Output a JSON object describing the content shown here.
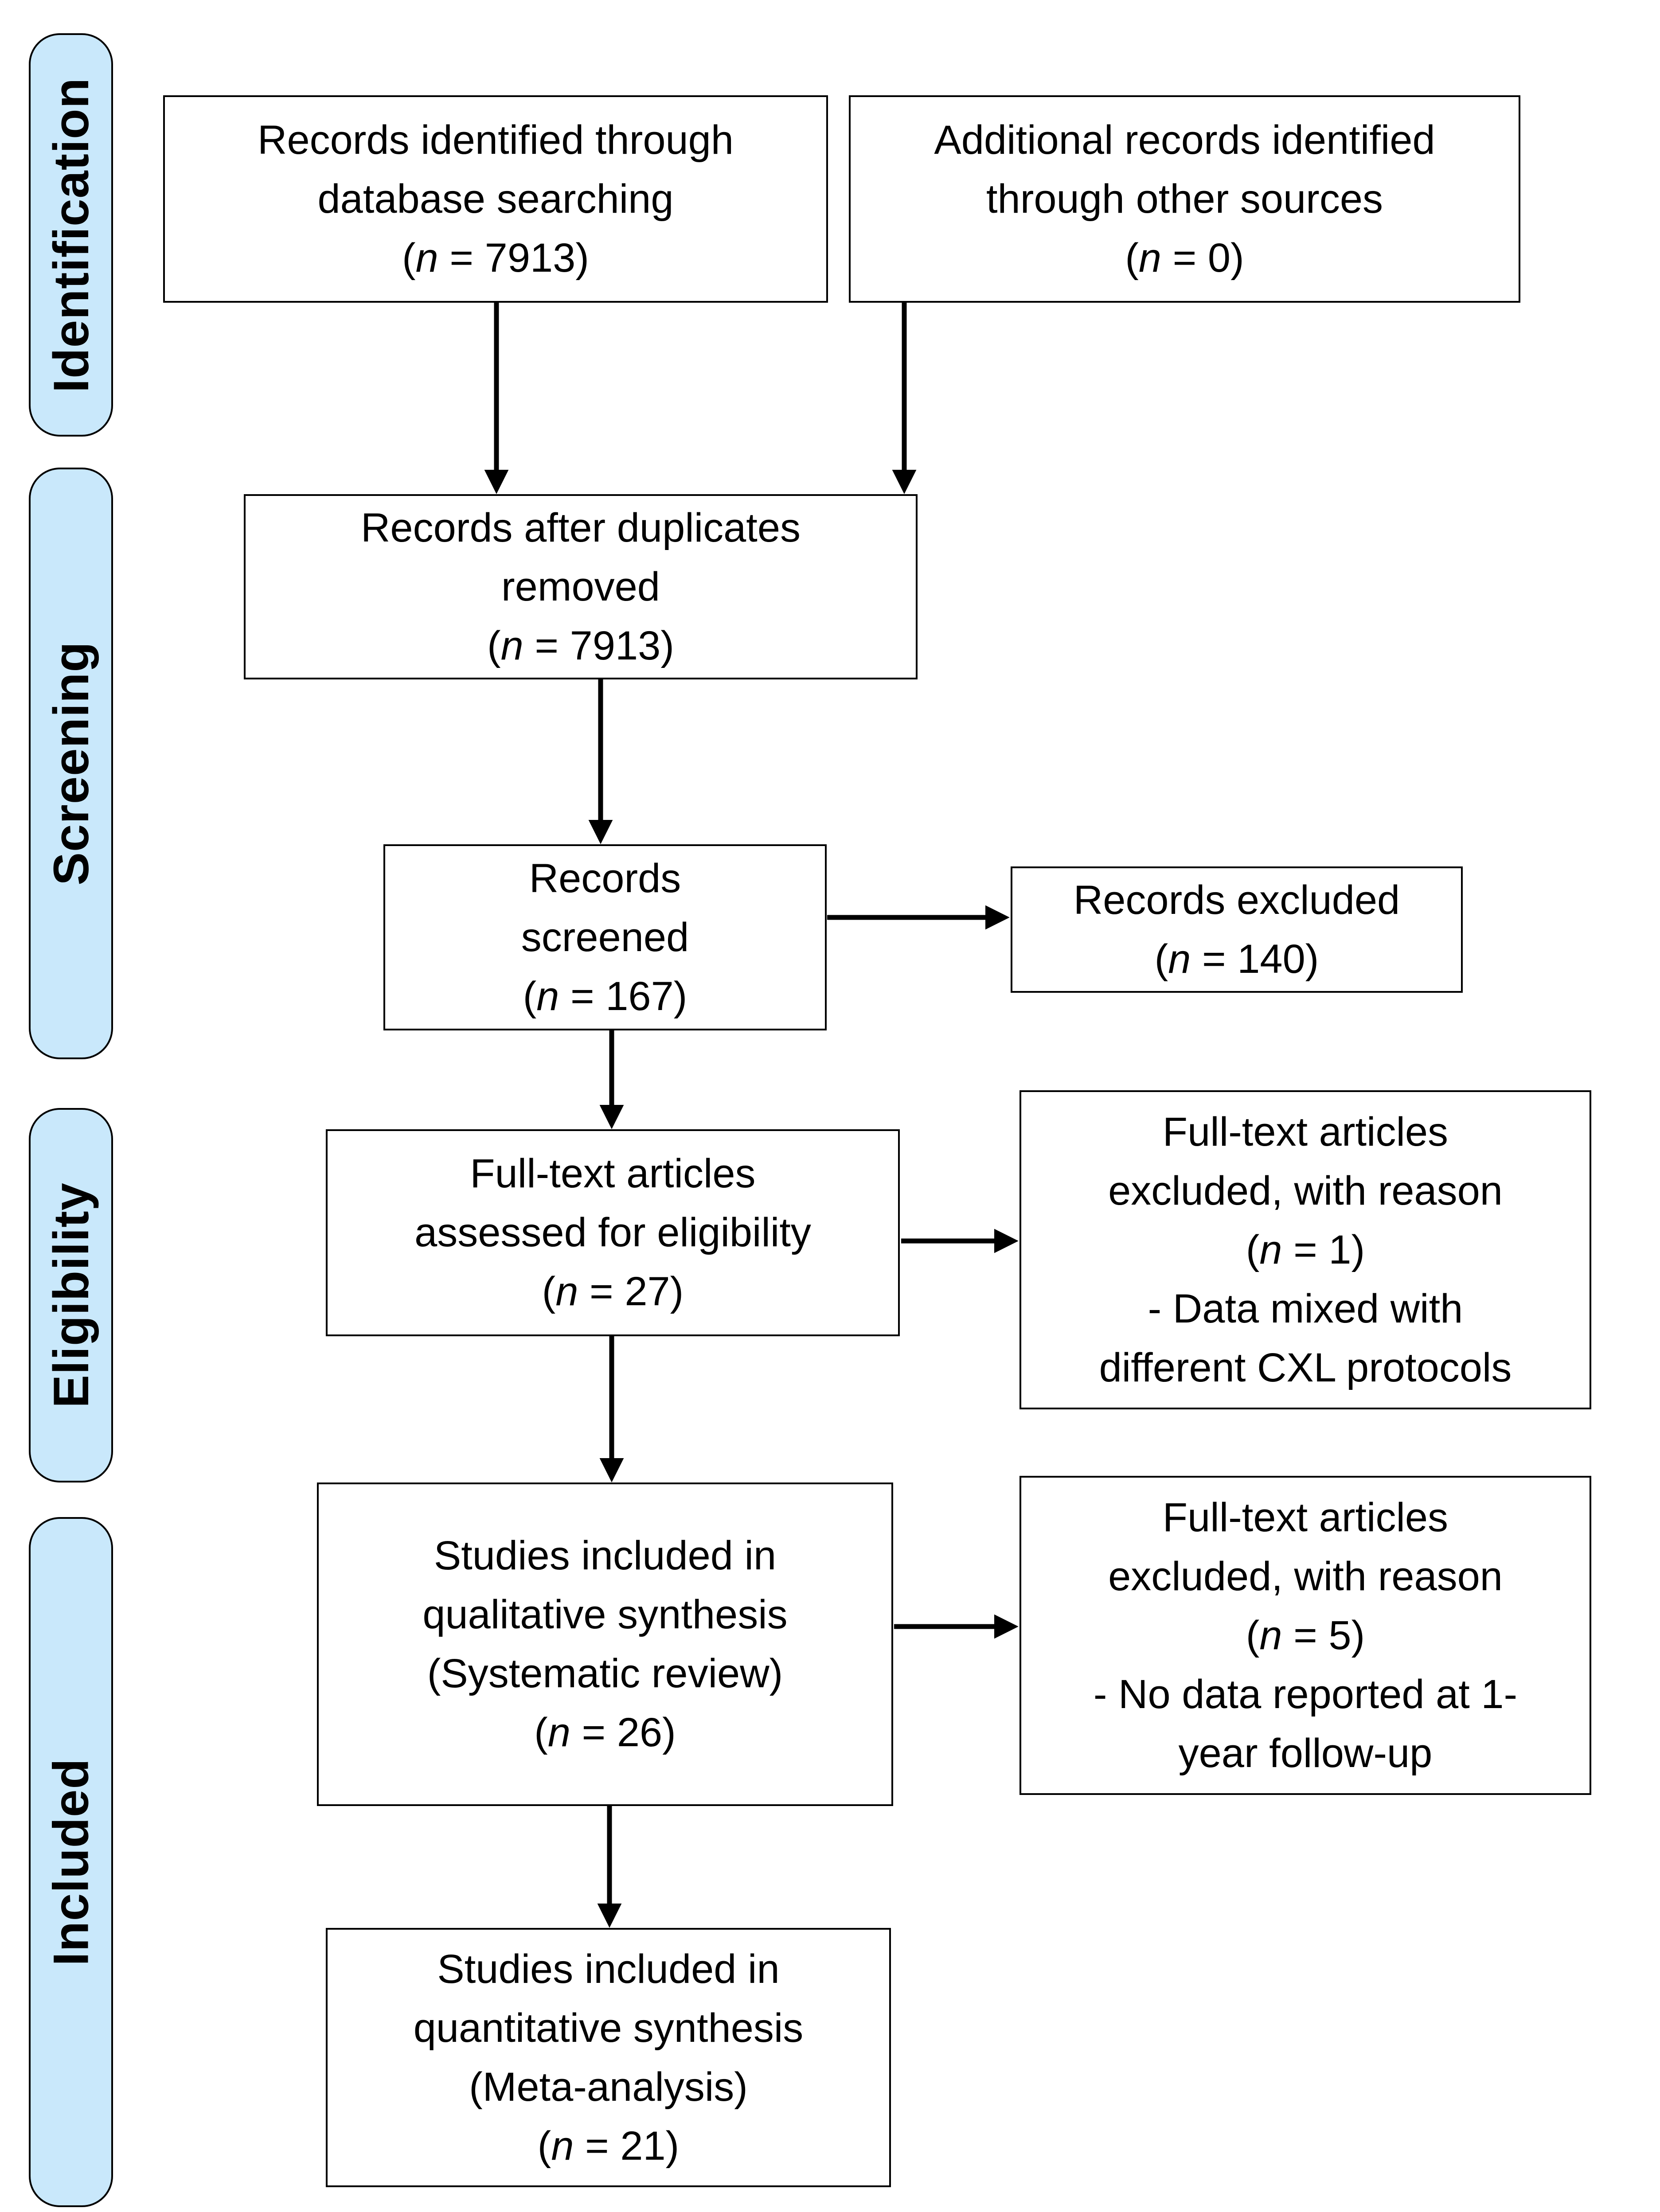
{
  "stages": [
    {
      "id": "identification",
      "label": "Identification"
    },
    {
      "id": "screening",
      "label": "Screening"
    },
    {
      "id": "eligibility",
      "label": "Eligibility"
    },
    {
      "id": "included",
      "label": "Included"
    }
  ],
  "boxes": {
    "records_identified": {
      "lines": [
        "Records identified through",
        "database searching",
        "(n = 7913)"
      ]
    },
    "additional_records": {
      "lines": [
        "Additional records identified",
        "through other sources",
        "(n = 0)"
      ]
    },
    "records_after_duplicates": {
      "lines": [
        "Records after duplicates",
        "removed",
        "(n = 7913)"
      ]
    },
    "records_screened": {
      "lines": [
        "Records",
        "screened",
        "(n = 167)"
      ]
    },
    "records_excluded": {
      "lines": [
        "Records excluded",
        "(n = 140)"
      ]
    },
    "fulltext_assessed": {
      "lines": [
        "Full-text articles",
        "assessed for eligibility",
        "(n = 27)"
      ]
    },
    "fulltext_excluded_reason1": {
      "lines": [
        "Full-text articles",
        "excluded, with reason",
        "(n = 1)",
        "- Data mixed with",
        "different CXL protocols"
      ]
    },
    "qualitative_synthesis": {
      "lines": [
        "Studies included in",
        "qualitative synthesis",
        "(Systematic review)",
        "(n = 26)"
      ]
    },
    "fulltext_excluded_reason2": {
      "lines": [
        "Full-text articles",
        "excluded, with reason",
        "(n = 5)",
        "- No data reported at 1-",
        "year follow-up"
      ]
    },
    "quantitative_synthesis": {
      "lines": [
        "Studies included in",
        "quantitative synthesis",
        "(Meta-analysis)",
        "(n = 21)"
      ]
    }
  },
  "colors": {
    "stage_fill": "#C9E8FB",
    "stage_border": "#000000",
    "box_fill": "#FFFFFF",
    "box_border": "#000000",
    "arrow": "#000000",
    "text": "#000000"
  }
}
